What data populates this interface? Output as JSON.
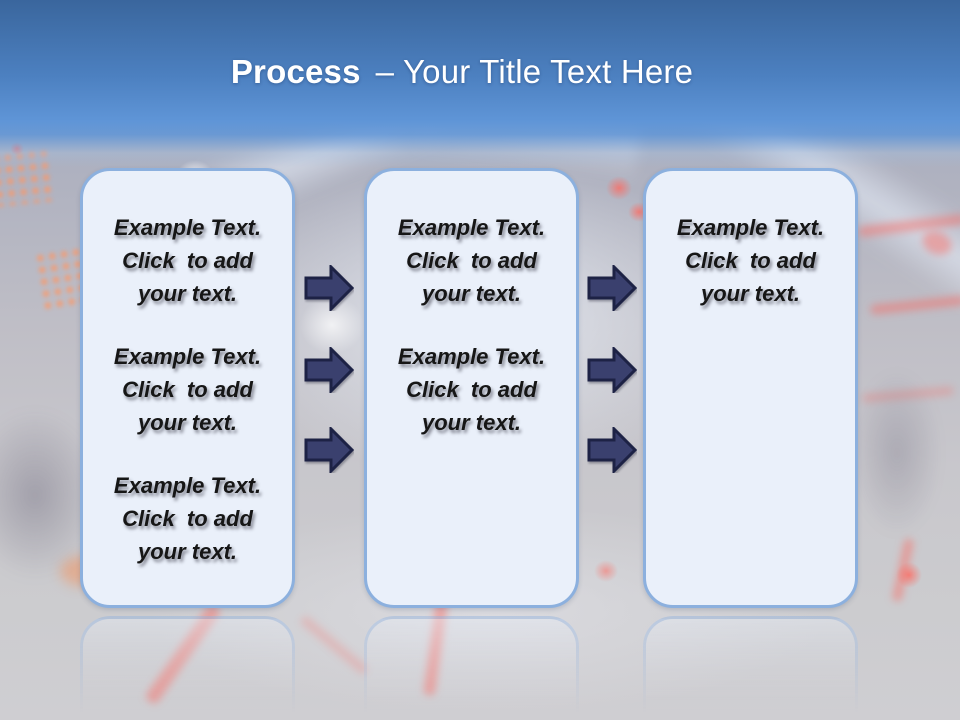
{
  "title": {
    "prefix": "Process",
    "rest": "– Your Title Text Here"
  },
  "boxes": [
    {
      "name": "step-1",
      "paragraphs": [
        "Example Text.\nClick  to add\nyour text.",
        "Example Text.\nClick  to add\nyour text.",
        "Example Text.\nClick  to add\nyour text."
      ]
    },
    {
      "name": "step-2",
      "paragraphs": [
        "Example Text.\nClick  to add\nyour text.",
        "Example Text.\nClick  to add\nyour text."
      ]
    },
    {
      "name": "step-3",
      "paragraphs": [
        "Example Text.\nClick  to add\nyour text."
      ]
    }
  ],
  "arrows": {
    "icon": "right-block-arrow",
    "count_between_1_2": 3,
    "count_between_2_3": 3
  },
  "colors": {
    "header_top": "#3a669d",
    "header_mid": "#4c80c0",
    "header_bottom": "#5f95d7",
    "title_text": "#ffffff",
    "box_fill": "#eaf0fa",
    "box_border": "#8cb0de",
    "body_text": "#161616",
    "arrow_fill": "#3a406e",
    "arrow_outline": "#1d2245"
  }
}
